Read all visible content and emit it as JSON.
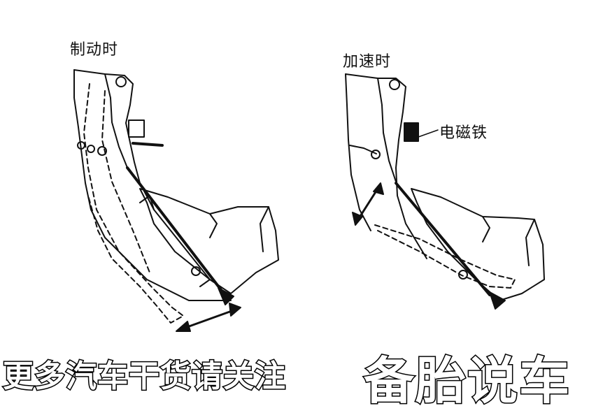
{
  "labels": {
    "braking": "制动时",
    "accelerating": "加速时",
    "electromagnet": "电磁铁"
  },
  "banner": {
    "left_text": "更多汽车干货请关注",
    "right_text": "备胎说车"
  }
}
